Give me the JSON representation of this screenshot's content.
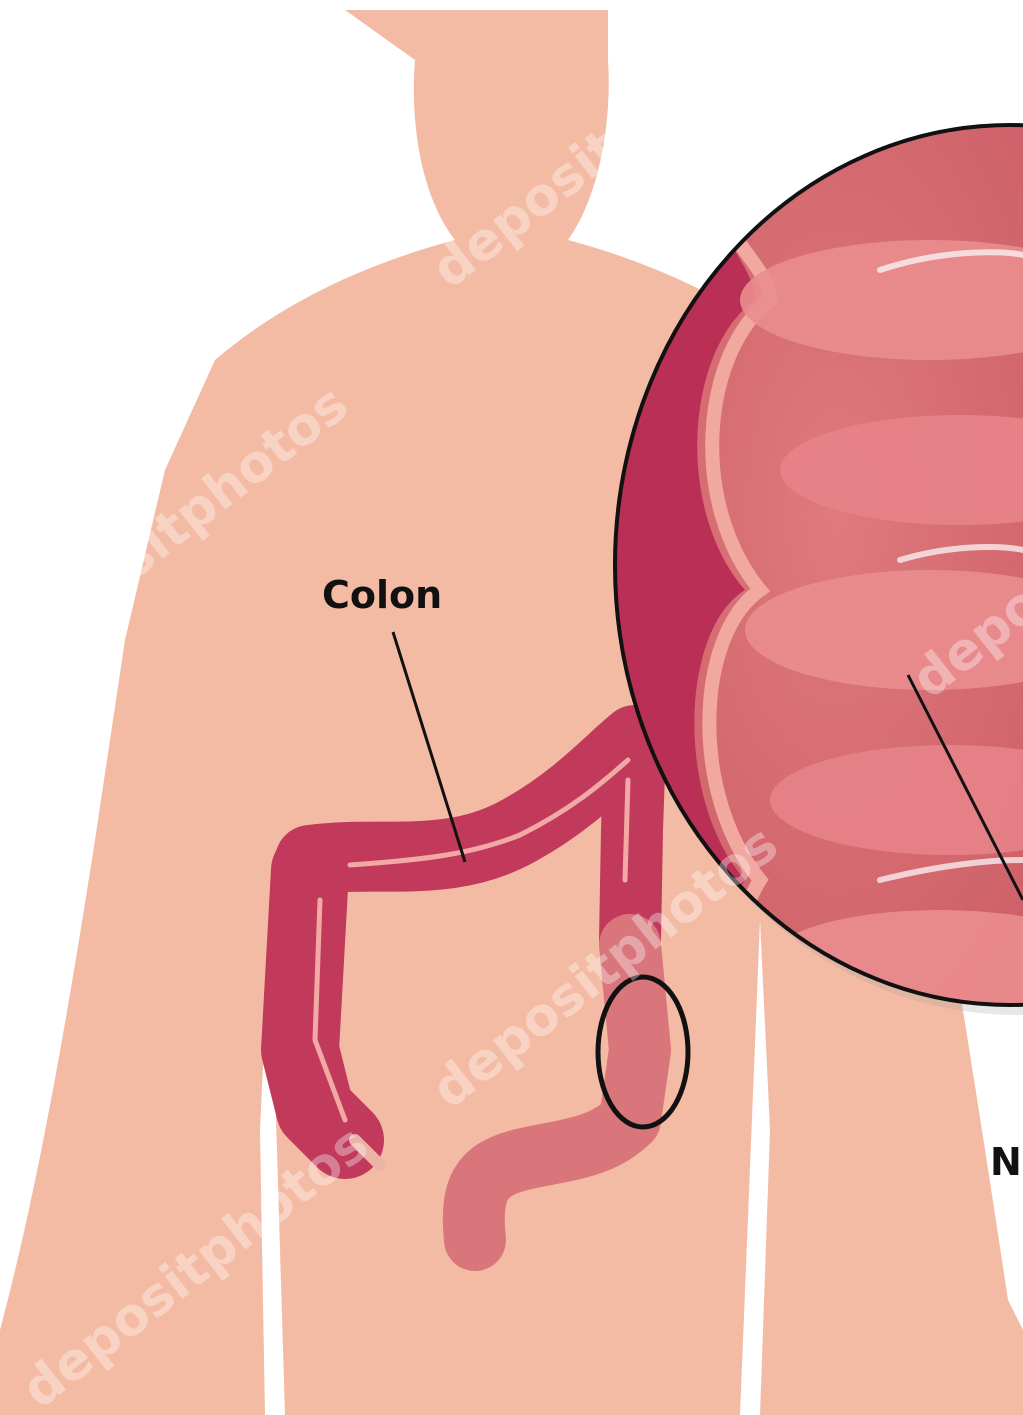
{
  "labels": {
    "colon": "Colon",
    "callout_partial": "N"
  },
  "watermark": {
    "text": "depositphotos"
  },
  "colors": {
    "skin": "#f4bba4",
    "colon": "#c13a5c",
    "colon_highlight": "#f2a9a5",
    "zoom_fill": "#d96c72",
    "zoom_fold": "#ea8d8f",
    "zoom_wall": "#ba2f55",
    "background": "#ffffff"
  }
}
